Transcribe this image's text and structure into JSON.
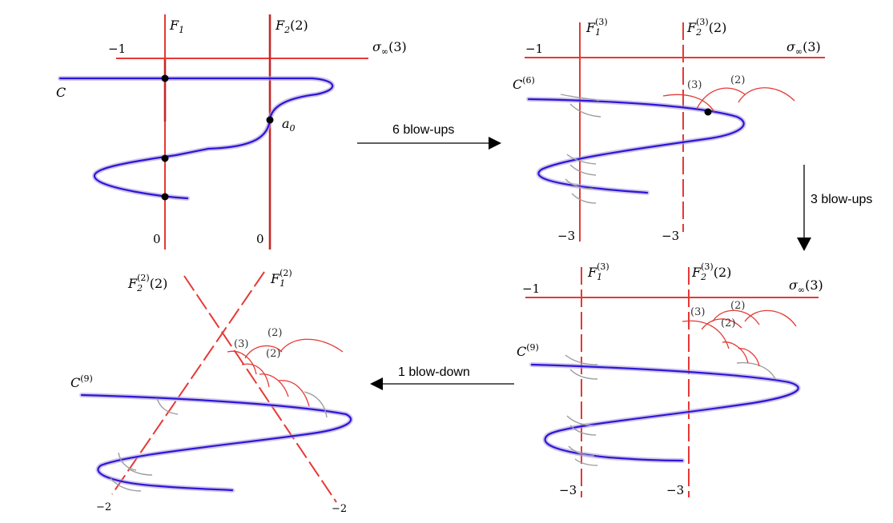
{
  "panels": {
    "p1": {
      "c": "C",
      "f1": "F",
      "f1_sub": "1",
      "f2": "F",
      "f2_sub": "2",
      "f2_arg": "(2)",
      "sigma": "σ",
      "sigma_sub": "∞",
      "sigma_arg": "(3)",
      "minus1": "−1",
      "a0": "a",
      "a0_sub": "0",
      "zero_left": "0",
      "zero_right": "0"
    },
    "p2": {
      "c": "C",
      "c_sup": "(6)",
      "f1": "F",
      "f1_sub": "1",
      "f1_sup": "(3)",
      "f2": "F",
      "f2_sub": "2",
      "f2_sup": "(3)",
      "f2_arg": "(2)",
      "sigma": "σ",
      "sigma_sub": "∞",
      "sigma_arg": "(3)",
      "minus1": "−1",
      "w3": "(3)",
      "w2": "(2)",
      "b_left": "−3",
      "b_right": "−3"
    },
    "p3": {
      "c": "C",
      "c_sup": "(9)",
      "f1": "F",
      "f1_sub": "1",
      "f1_sup": "(3)",
      "f2": "F",
      "f2_sub": "2",
      "f2_sup": "(3)",
      "f2_arg": "(2)",
      "sigma": "σ",
      "sigma_sub": "∞",
      "sigma_arg": "(3)",
      "minus1": "−1",
      "w3": "(3)",
      "w2a": "(2)",
      "w2b": "(2)",
      "b_left": "−3",
      "b_right": "−3"
    },
    "p4": {
      "c": "C",
      "c_sup": "(9)",
      "f1": "F",
      "f1_sub": "1",
      "f1_sup": "(2)",
      "f2": "F",
      "f2_sub": "2",
      "f2_sup": "(2)",
      "f2_arg": "(2)",
      "w3": "(3)",
      "w2a": "(2)",
      "w2b": "(2)",
      "b_left": "−2",
      "b_right": "−2"
    }
  },
  "arrows": {
    "right": "6 blow-ups",
    "down": "3 blow-ups",
    "left": "1 blow-down"
  }
}
